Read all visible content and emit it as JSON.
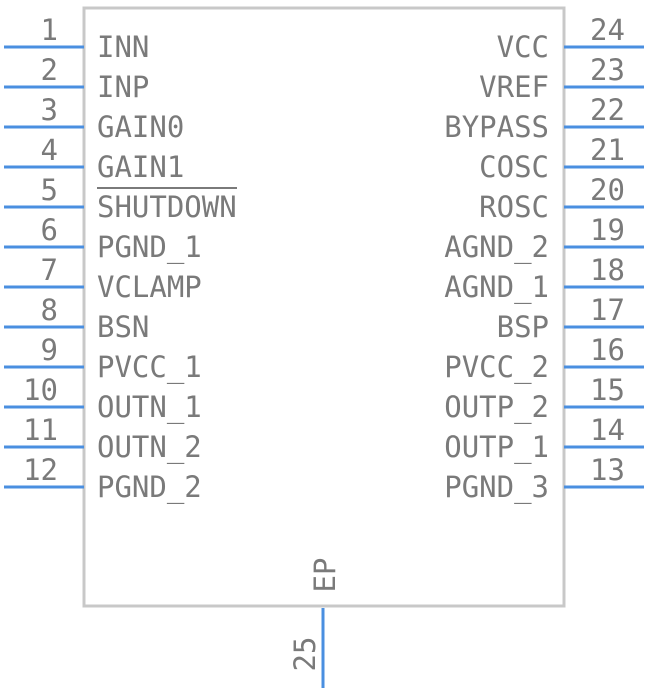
{
  "component": {
    "exposed_pad": {
      "label": "EP",
      "number": "25"
    },
    "left_pins": [
      {
        "number": "1",
        "label": "INN"
      },
      {
        "number": "2",
        "label": "INP"
      },
      {
        "number": "3",
        "label": "GAIN0"
      },
      {
        "number": "4",
        "label": "GAIN1"
      },
      {
        "number": "5",
        "label": "SHUTDOWN",
        "active_low": true
      },
      {
        "number": "6",
        "label": "PGND_1"
      },
      {
        "number": "7",
        "label": "VCLAMP"
      },
      {
        "number": "8",
        "label": "BSN"
      },
      {
        "number": "9",
        "label": "PVCC_1"
      },
      {
        "number": "10",
        "label": "OUTN_1"
      },
      {
        "number": "11",
        "label": "OUTN_2"
      },
      {
        "number": "12",
        "label": "PGND_2"
      }
    ],
    "right_pins": [
      {
        "number": "24",
        "label": "VCC"
      },
      {
        "number": "23",
        "label": "VREF"
      },
      {
        "number": "22",
        "label": "BYPASS"
      },
      {
        "number": "21",
        "label": "COSC"
      },
      {
        "number": "20",
        "label": "ROSC"
      },
      {
        "number": "19",
        "label": "AGND_2"
      },
      {
        "number": "18",
        "label": "AGND_1"
      },
      {
        "number": "17",
        "label": "BSP"
      },
      {
        "number": "16",
        "label": "PVCC_2"
      },
      {
        "number": "15",
        "label": "OUTP_2"
      },
      {
        "number": "14",
        "label": "OUTP_1"
      },
      {
        "number": "13",
        "label": "PGND_3"
      }
    ]
  },
  "colors": {
    "pin": "#4a8fe0",
    "outline": "#c8c8c8",
    "text": "#7a7a7a"
  }
}
